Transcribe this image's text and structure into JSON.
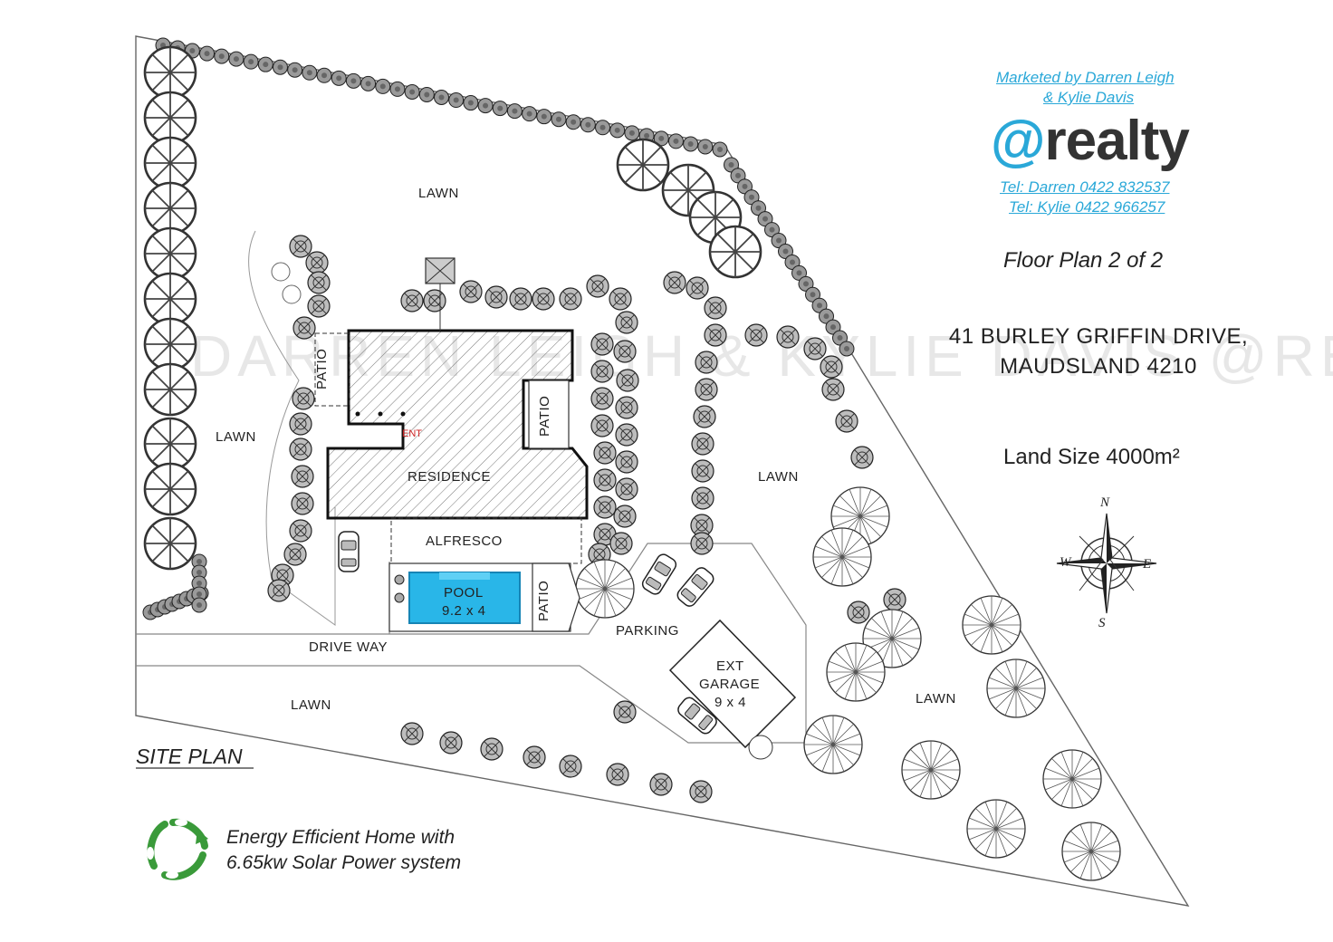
{
  "title_block": {
    "marketed_line1": "Marketed by Darren Leigh",
    "marketed_line2": "& Kylie Davis",
    "logo_text": "@realty",
    "tel_darren": "Tel: Darren 0422 832537",
    "tel_kylie": "Tel: Kylie 0422 966257",
    "plan_number": "Floor Plan 2 of 2",
    "address_line1": "41 BURLEY GRIFFIN DRIVE,",
    "address_line2": "MAUDSLAND 4210",
    "land_size": "Land Size 4000m²"
  },
  "site_plan_heading": "SITE PLAN",
  "energy_note": {
    "line1": "Energy Efficient Home with",
    "line2": "6.65kw Solar Power system"
  },
  "areas": {
    "lawn_top": "LAWN",
    "lawn_left": "LAWN",
    "lawn_mid_right": "LAWN",
    "lawn_bottom_left": "LAWN",
    "lawn_bottom_right": "LAWN",
    "patio_left": "PATIO",
    "patio_right": "PATIO",
    "patio_pool": "PATIO",
    "entry": "ENT",
    "residence": "RESIDENCE",
    "alfresco": "ALFRESCO",
    "pool_name": "POOL",
    "pool_size": "9.2 x 4",
    "parking": "PARKING",
    "driveway": "DRIVE WAY",
    "garage_line1": "EXT",
    "garage_line2": "GARAGE",
    "garage_line3": "9 x 4"
  },
  "compass": {
    "n": "N",
    "s": "S",
    "e": "E",
    "w": "W"
  },
  "watermark": "DARREN LEIGH & KYLIE DAVIS @REALTY",
  "colors": {
    "accent_blue": "#2aa8d8",
    "pool": "#29b6e8",
    "eco_green": "#3a9a3a",
    "line": "#444444"
  }
}
